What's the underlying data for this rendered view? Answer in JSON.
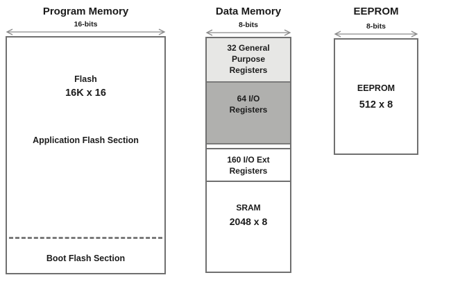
{
  "program_memory": {
    "title": "Program Memory",
    "bus_width_label": "16-bits",
    "flash_label": "Flash",
    "flash_size": "16K x 16",
    "application_section_label": "Application Flash Section",
    "boot_section_label": "Boot Flash Section"
  },
  "data_memory": {
    "title": "Data Memory",
    "bus_width_label": "8-bits",
    "segments": [
      {
        "id": "general-purpose-registers",
        "lines": [
          "32 General",
          "Purpose",
          "Registers"
        ],
        "fill": "#e7e7e5"
      },
      {
        "id": "io-registers",
        "lines": [
          "64 I/O",
          "Registers"
        ],
        "fill": "#b0b0ae"
      },
      {
        "id": "io-ext-registers",
        "lines": [
          "160 I/O Ext",
          "Registers"
        ],
        "fill": "#ffffff"
      },
      {
        "id": "sram",
        "lines": [
          "SRAM",
          "2048 x 8"
        ],
        "fill": "#ffffff"
      }
    ]
  },
  "eeprom": {
    "title": "EEPROM",
    "bus_width_label": "8-bits",
    "label": "EEPROM",
    "size": "512 x 8"
  },
  "colors": {
    "background": "#ffffff",
    "box_border": "#6f6f6f",
    "segment_divider": "#7a7a7a",
    "arrow": "#8a8a8a",
    "dashed_divider": "#7a7a7a",
    "text": "#1b1b1b",
    "light_gray_fill": "#e7e7e5",
    "medium_gray_fill": "#b0b0ae"
  }
}
